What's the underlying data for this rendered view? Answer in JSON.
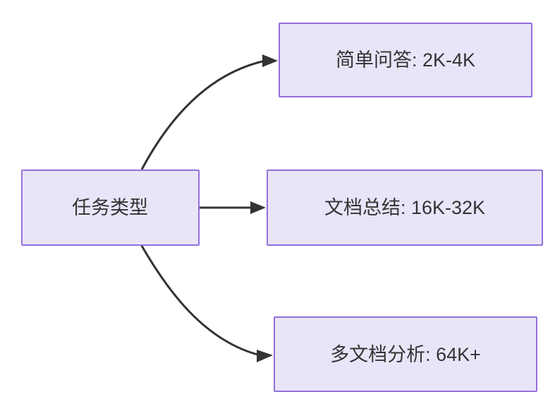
{
  "diagram": {
    "type": "flowchart",
    "direction": "left-to-right",
    "background_color": "#ffffff",
    "node_fill_color": "#e9e5f9",
    "node_border_color": "#9370db",
    "node_text_color": "#333333",
    "edge_color": "#333333",
    "source_node": {
      "id": "task-type",
      "label": "任务类型"
    },
    "target_nodes": [
      {
        "id": "simple-qa",
        "label": "简单问答: 2K-4K"
      },
      {
        "id": "doc-summary",
        "label": "文档总结: 16K-32K"
      },
      {
        "id": "multi-doc-analysis",
        "label": "多文档分析: 64K+"
      }
    ],
    "edges": [
      {
        "from": "task-type",
        "to": "simple-qa",
        "label": "",
        "style": "curved-up"
      },
      {
        "from": "task-type",
        "to": "doc-summary",
        "label": "",
        "style": "straight"
      },
      {
        "from": "task-type",
        "to": "multi-doc-analysis",
        "label": "",
        "style": "curved-down"
      }
    ]
  }
}
